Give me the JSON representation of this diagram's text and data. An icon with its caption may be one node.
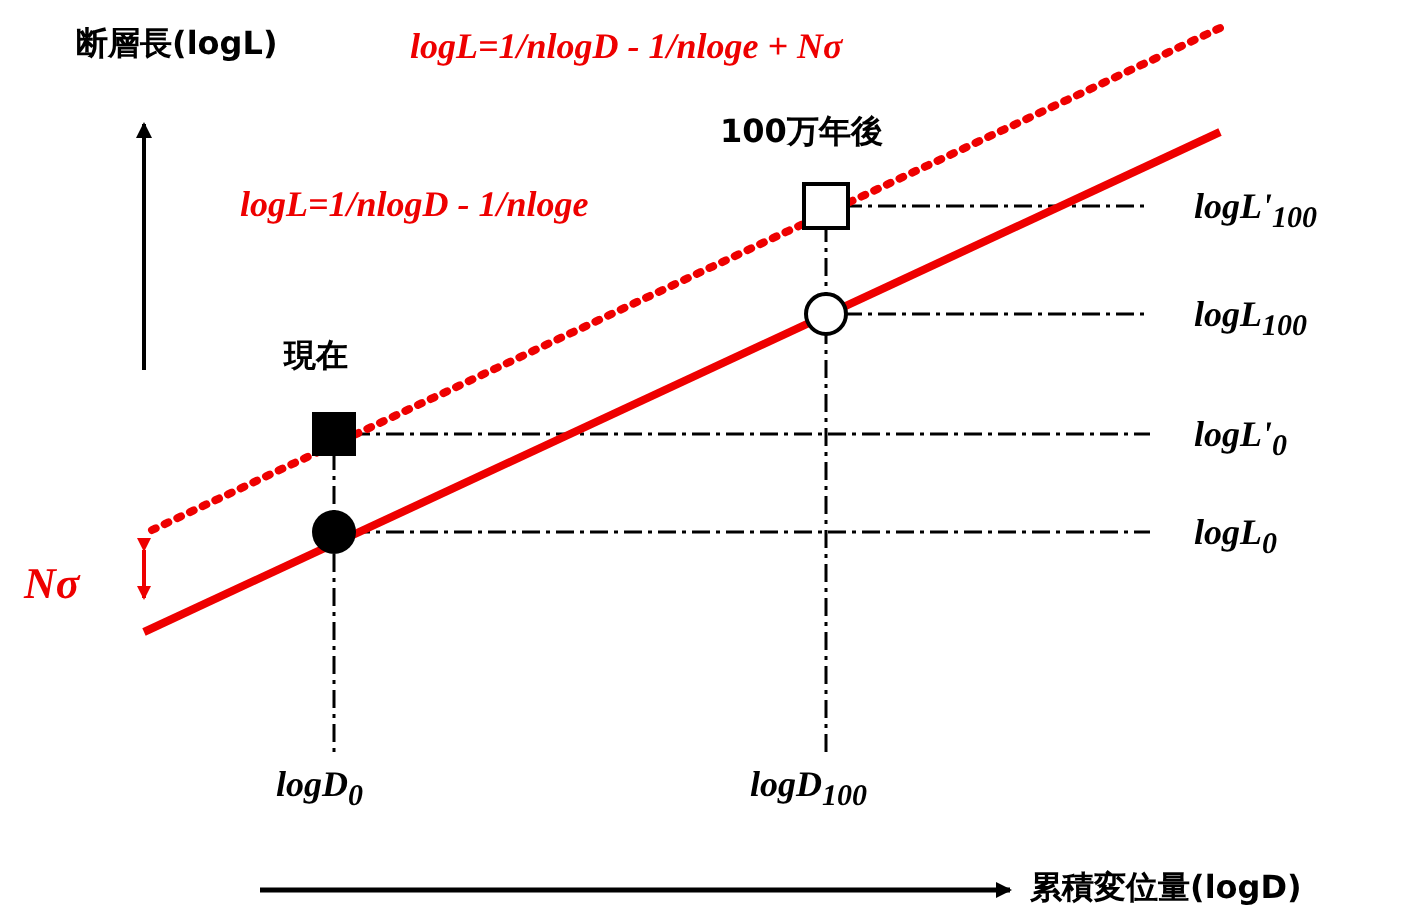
{
  "diagram": {
    "labels": [
      "断層長(logL)",
      "logL=1/nlogD - 1/nloge + Nσ",
      "100万年後",
      "logL=1/nlogD - 1/nloge",
      "logL'$_{100}$",
      "logL$_{100}$",
      "現在",
      "logL'$_{0}$",
      "Nσ",
      "logL$_{0}$",
      "logD$_{0}$",
      "logD$_{100}$",
      "累積変位量(logD)"
    ]
  }
}
